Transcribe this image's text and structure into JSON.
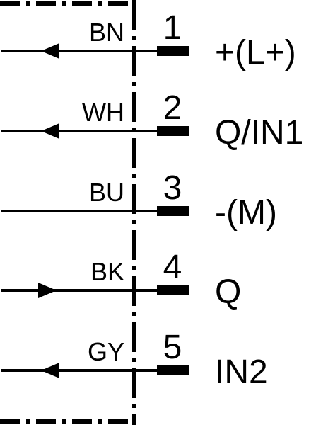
{
  "diagram": {
    "pins": [
      {
        "wire_color": "BN",
        "pin_number": "1",
        "signal": "+(L+)",
        "direction": "input"
      },
      {
        "wire_color": "WH",
        "pin_number": "2",
        "signal": "Q/IN1",
        "direction": "input"
      },
      {
        "wire_color": "BU",
        "pin_number": "3",
        "signal": "-(M)",
        "direction": "none"
      },
      {
        "wire_color": "BK",
        "pin_number": "4",
        "signal": "Q",
        "direction": "output"
      },
      {
        "wire_color": "GY",
        "pin_number": "5",
        "signal": "IN2",
        "direction": "input"
      }
    ],
    "colors": {
      "line": "#000000",
      "background": "#ffffff"
    }
  }
}
